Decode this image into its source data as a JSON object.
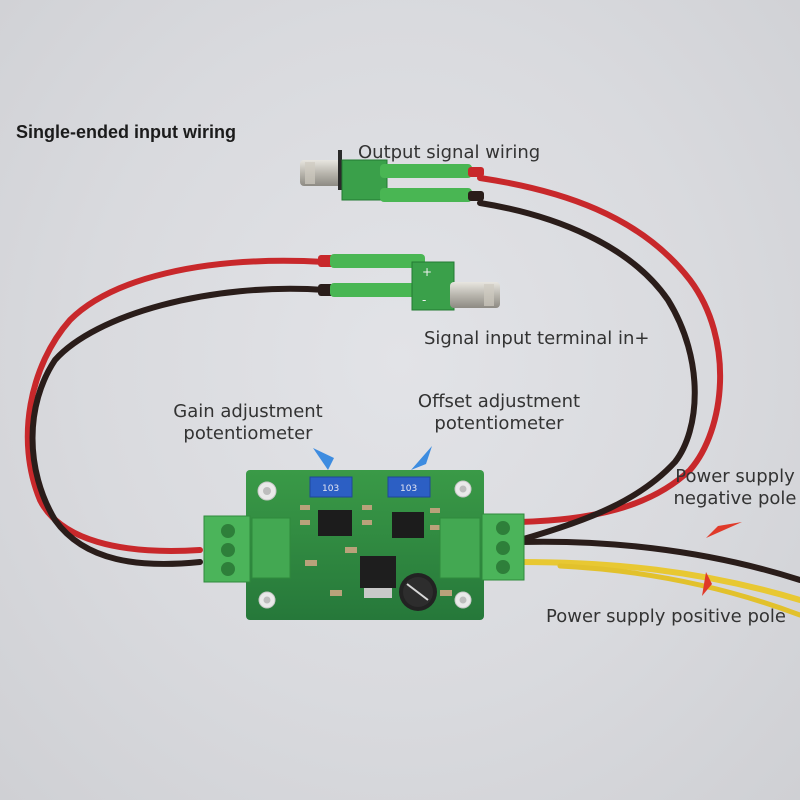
{
  "title": "Single-ended input wiring",
  "labels": {
    "output_wiring": "Output signal wiring",
    "signal_input": "Signal input terminal in+",
    "gain_line1": "Gain adjustment",
    "gain_line2": "potentiometer",
    "offset_line1": "Offset adjustment",
    "offset_line2": "potentiometer",
    "neg_line1": "Power supply",
    "neg_line2": "negative pole",
    "pos_pole": "Power supply positive pole"
  },
  "board_marks": {
    "plus": "+",
    "minus": "-",
    "pot": "103"
  },
  "colors": {
    "background": "#dadbdf",
    "pcb": "#2f8a3c",
    "terminal_block": "#4bb45a",
    "wire_red": "#c8282b",
    "wire_black": "#2a1d1a",
    "wire_yellow": "#e8c832",
    "heatshrink": "#49b653",
    "pot_blue": "#2c5fc4",
    "arrow_blue": "#3d8ce0",
    "arrow_red": "#e03a2a"
  }
}
